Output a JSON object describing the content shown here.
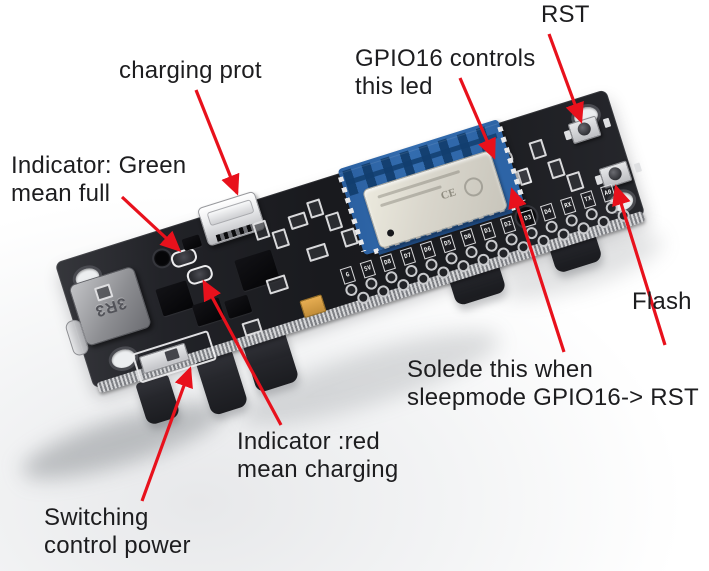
{
  "colors": {
    "arrow_red": "#e8111c",
    "label_text": "#1d1d1f",
    "pcb_dark": "#1b1c20",
    "antenna_blue": "#336cae",
    "shield_gray": "#d9d6cc"
  },
  "labels": {
    "charging_prot": {
      "text": "charging prot"
    },
    "gpio16_led": {
      "line1": "GPIO16 controls",
      "line2": "this led"
    },
    "rst": {
      "text": "RST"
    },
    "flash": {
      "text": "Flash"
    },
    "indicator_green": {
      "line1": "Indicator: Green",
      "line2": "mean full"
    },
    "indicator_red": {
      "line1": "Indicator :red",
      "line2": "mean charging"
    },
    "switching_power": {
      "line1": "Switching",
      "line2": "control power"
    },
    "sleepmode_jumper": {
      "line1": "Solede this when",
      "line2": "sleepmode GPIO16-> RST"
    }
  },
  "board": {
    "inductor_label": "3R3",
    "module_ce_mark": "CE",
    "pin_labels": [
      "G",
      "5V",
      "D8",
      "D7",
      "D6",
      "D5",
      "D0",
      "D1",
      "D2",
      "D3",
      "D4",
      "RX",
      "TX",
      "A0"
    ]
  }
}
